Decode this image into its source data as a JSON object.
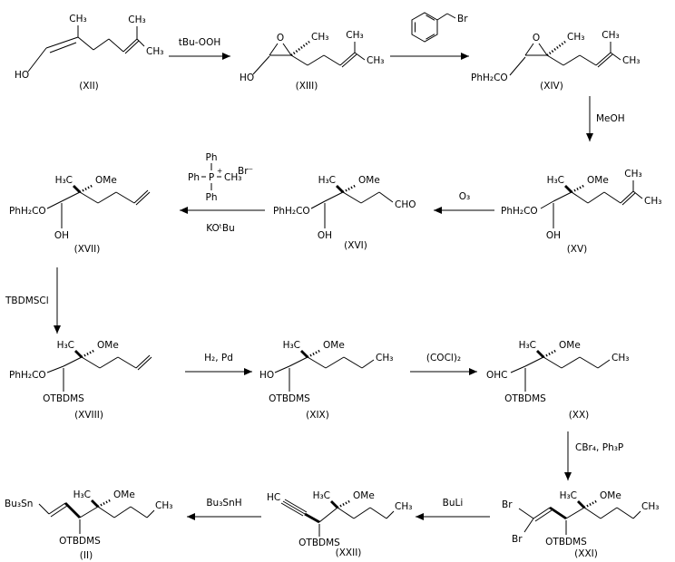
{
  "colors": {
    "ink": "#000000",
    "background": "#ffffff"
  },
  "compounds": {
    "xii": {
      "id": "(XII)",
      "ho": "HO",
      "me_top1": "CH₃",
      "me_top2": "CH₃",
      "me_right": "CH₃"
    },
    "xiii": {
      "id": "(XIII)",
      "ho": "HO",
      "o": "O",
      "me_ep": "CH₃",
      "me_top": "CH₃",
      "me_right": "CH₃"
    },
    "xiv": {
      "id": "(XIV)",
      "obn": "PhH₂CO",
      "o": "O",
      "me_ep": "CH₃",
      "me_top": "CH₃",
      "me_right": "CH₃"
    },
    "xv": {
      "id": "(XV)",
      "obn": "PhH₂CO",
      "h3c": "H₃C",
      "ome": "OMe",
      "oh": "OH",
      "me_top": "CH₃",
      "me_right": "CH₃"
    },
    "xvi": {
      "id": "(XVI)",
      "obn": "PhH₂CO",
      "h3c": "H₃C",
      "ome": "OMe",
      "oh": "OH",
      "cho": "CHO"
    },
    "xvii": {
      "id": "(XVII)",
      "obn": "PhH₂CO",
      "h3c": "H₃C",
      "ome": "OMe",
      "oh": "OH"
    },
    "xviii": {
      "id": "(XVIII)",
      "obn": "PhH₂CO",
      "h3c": "H₃C",
      "ome": "OMe",
      "otbdms": "OTBDMS"
    },
    "xix": {
      "id": "(XIX)",
      "ho": "HO",
      "h3c": "H₃C",
      "ome": "OMe",
      "otbdms": "OTBDMS",
      "me_end": "CH₃"
    },
    "xx": {
      "id": "(XX)",
      "ohc": "OHC",
      "h3c": "H₃C",
      "ome": "OMe",
      "otbdms": "OTBDMS",
      "me_end": "CH₃"
    },
    "xxi": {
      "id": "(XXI)",
      "br_top": "Br",
      "br_bottom": "Br",
      "h3c": "H₃C",
      "ome": "OMe",
      "otbdms": "OTBDMS",
      "me_end": "CH₃"
    },
    "xxii": {
      "id": "(XXII)",
      "hc": "HC",
      "h3c": "H₃C",
      "ome": "OMe",
      "otbdms": "OTBDMS",
      "me_end": "CH₃"
    },
    "ii": {
      "id": "(II)",
      "sn": "Bu₃Sn",
      "h3c": "H₃C",
      "ome": "OMe",
      "otbdms": "OTBDMS",
      "me_end": "CH₃"
    }
  },
  "reagents": {
    "tbuooh": "tBu-OOH",
    "benzyl_br": "Br",
    "meoh": "MeOH",
    "ozone": "O₃",
    "ylide": {
      "ph_top": "Ph",
      "ph_left": "Ph",
      "ph_bottom": "Ph",
      "p": "P",
      "plus": "+",
      "ch3": "CH₃",
      "br_anion": "Br⁻"
    },
    "kotbu": "KOᵗBu",
    "tbdmscl": "TBDMSCl",
    "h2_pd": "H₂, Pd",
    "oxalyl_chloride": "(COCl)₂",
    "cbr4_ph3p": "CBr₄, Ph₃P",
    "buli": "BuLi",
    "bu3snh": "Bu₃SnH"
  }
}
